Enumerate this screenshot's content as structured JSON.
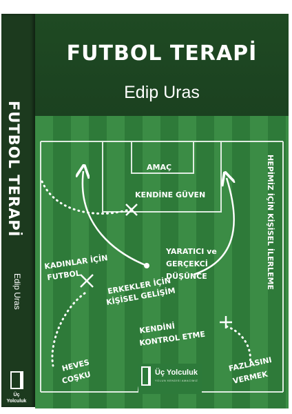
{
  "book": {
    "title": "FUTBOL TERAPİ",
    "author": "Edip Uras",
    "publisher": "Üç Yolculuk",
    "publisher_tagline": "YOLUN KENDİSİ AMACIMIZ",
    "spine": {
      "title": "FUTBOL TERAPİ",
      "author": "Edip Uras",
      "publisher_line1": "Üç",
      "publisher_line2": "Yolculuk"
    }
  },
  "field_labels": {
    "goal": "AMAÇ",
    "confidence": "KENDİNE GÜVEN",
    "creative_line1": "YARATICI ve",
    "creative_line2": "GERÇEKCİ",
    "creative_line3": "DÜŞÜNCE",
    "women_line1": "KADINLAR İÇİN",
    "women_line2": "FUTBOL",
    "men_line1": "ERKEKLER İÇİN",
    "men_line2": "KİŞİSEL GELİŞİM",
    "self_line1": "KENDİNİ",
    "self_line2": "KONTROL ETME",
    "enthusiasm_line1": "HEVES",
    "enthusiasm_line2": "COŞKU",
    "more_line1": "FAZLASINI",
    "more_line2": "VERMEK",
    "progress": "HEPİMİZ İÇİN KİŞİSEL İLERLEME"
  },
  "colors": {
    "grass_light": "#3b8c45",
    "grass_dark": "#2e7a39",
    "band": "#1f4a23",
    "spine": "#1c3a1e",
    "chalk": "#ffffff"
  }
}
